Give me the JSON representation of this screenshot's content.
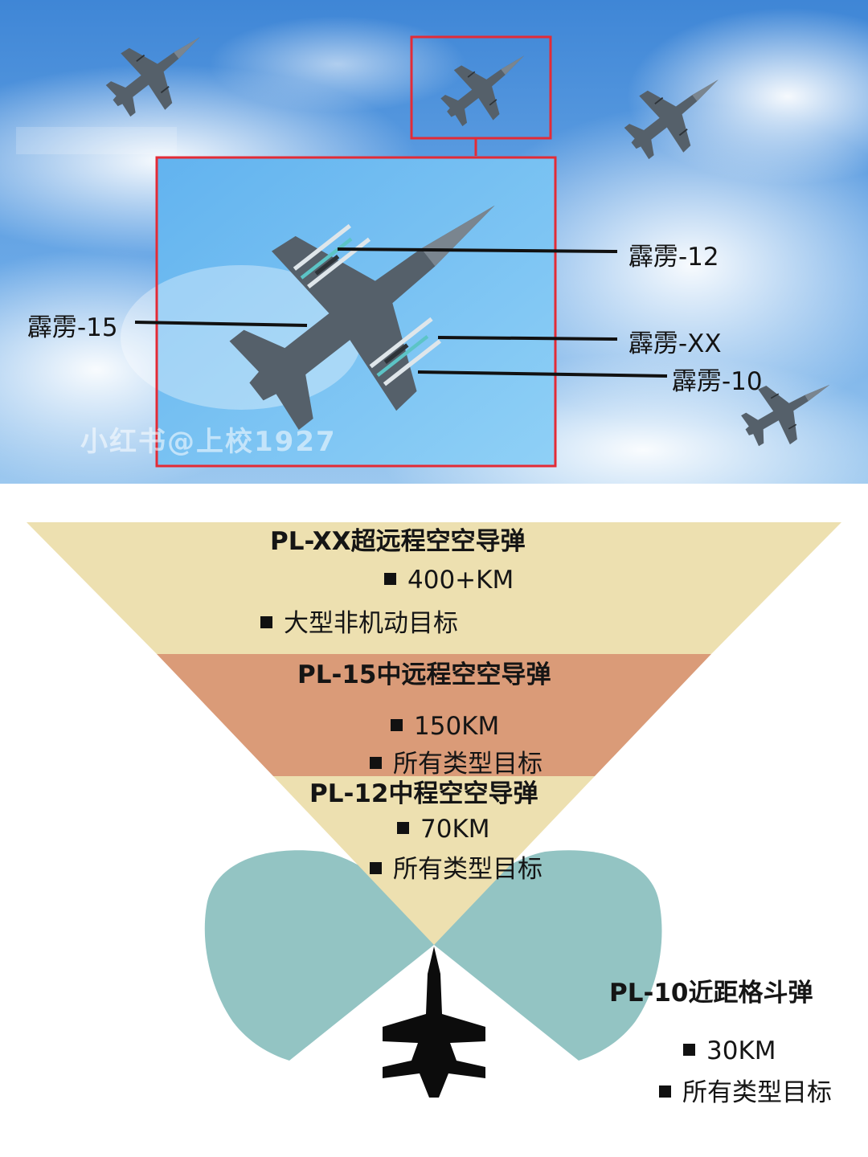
{
  "photo": {
    "callouts": {
      "pl12": "霹雳-12",
      "pl15": "霹雳-15",
      "plxx": "霹雳-XX",
      "pl10": "霹雳-10"
    },
    "watermark": "小红书@上校1927",
    "highlight_color": "#e32b36"
  },
  "diagram": {
    "tiers": [
      {
        "title": "PL-XX超远程空空导弹",
        "range": "400+KM",
        "targets": "大型非机动目标",
        "color": "#ede0b0"
      },
      {
        "title": "PL-15中远程空空导弹",
        "range": "150KM",
        "targets": "所有类型目标",
        "color": "#da9b78"
      },
      {
        "title": "PL-12中程空空导弹",
        "range": "70KM",
        "targets": "所有类型目标",
        "color": "#ede0b0"
      }
    ],
    "close_range": {
      "title": "PL-10近距格斗弹",
      "range": "30KM",
      "targets": "所有类型目标",
      "color": "#93c4c3"
    }
  }
}
